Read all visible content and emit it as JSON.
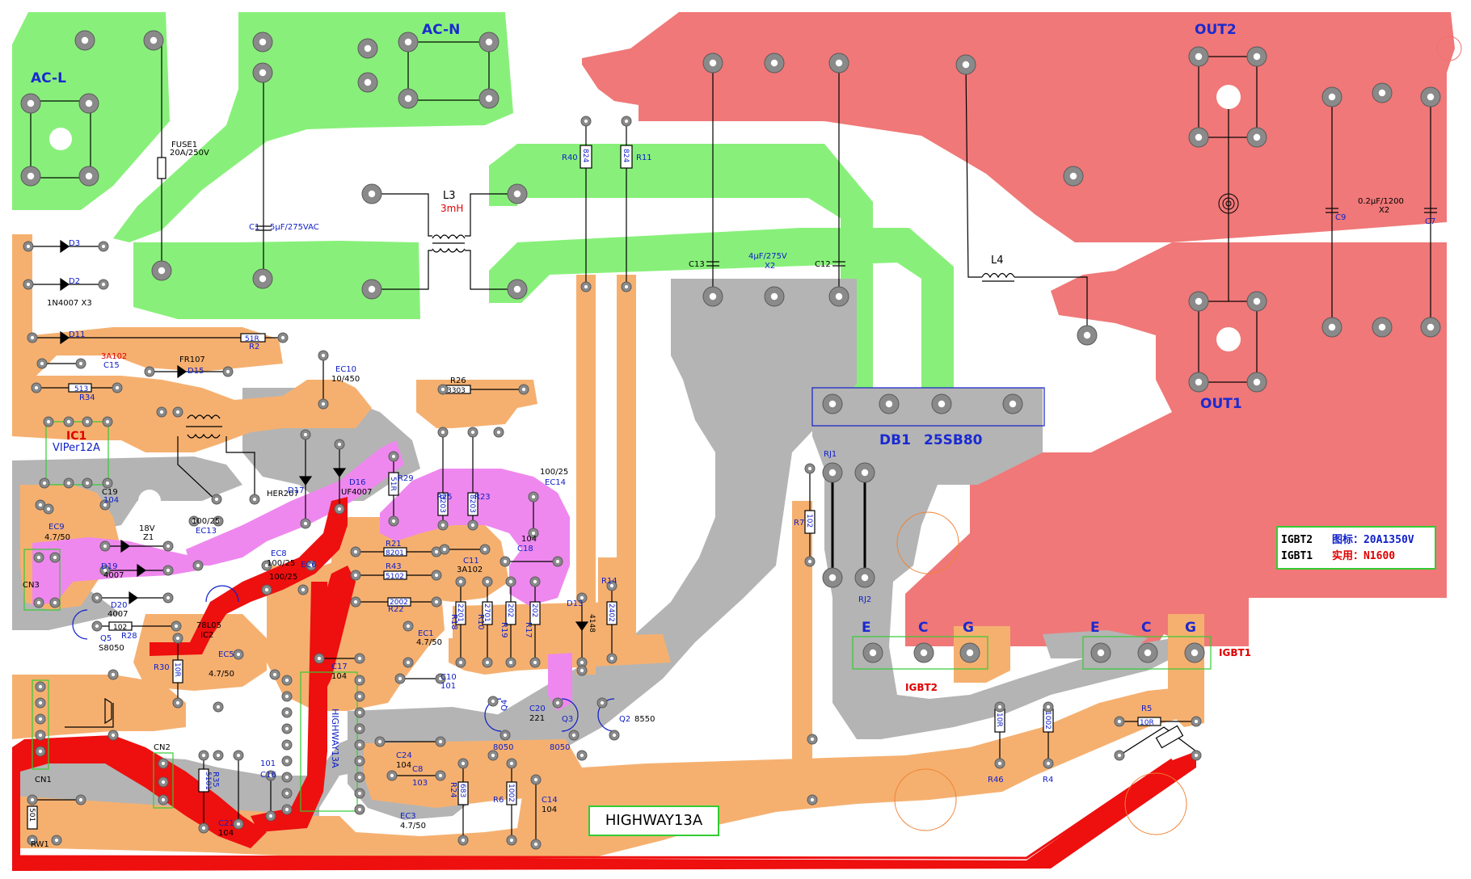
{
  "colors": {
    "green": "#88f07a",
    "red": "#f07878",
    "orange": "#f5b070",
    "gray": "#b4b4b4",
    "magenta": "#ee88ee",
    "trace_red": "#ee0f0f",
    "pad": "#8a8a8a",
    "pad_ring": "#5a5a5a"
  },
  "regions": {
    "ac_l": "AC-L",
    "ac_n": "AC-N",
    "out1": "OUT1",
    "out2": "OUT2",
    "db1": "DB1",
    "db1_part": "25SB80",
    "ic1": "IC1",
    "ic1_part": "VIPer12A",
    "highway_vertical": "HIGHWAY13A"
  },
  "igbt_pins": {
    "igbt2": [
      "E",
      "C",
      "G"
    ],
    "igbt1": [
      "E",
      "C",
      "G"
    ],
    "igbt2_label": "IGBT2",
    "igbt1_label": "IGBT1"
  },
  "components": {
    "fuse1": "FUSE1",
    "fuse1_val": "20A/250V",
    "c1": "C1",
    "c1_val": "5μF/275VAC",
    "l3": "L3",
    "l3_val": "3mH",
    "l4": "L4",
    "r40": "R40",
    "r40_val": "824",
    "r11": "R11",
    "r11_val": "824",
    "c13": "C13",
    "c12": "C12",
    "c13_c12_val": "4μF/275V",
    "c13_c12_qty": "X2",
    "c9": "C9",
    "c7": "C7",
    "c9_c7_val": "0.2μF/1200",
    "c9_c7_qty": "X2",
    "d3": "D3",
    "d2": "D2",
    "d2_d3_val": "1N4007 X3",
    "d11": "D11",
    "r2": "R2",
    "r2_val": "51R",
    "c15": "C15",
    "c15_val": "3A102",
    "fr107": "FR107",
    "d15": "D15",
    "r34": "R34",
    "r34_val": "513",
    "ec10": "EC10",
    "ec10_val": "10/450",
    "r26": "R26",
    "r26_val": "3303",
    "c19": "C19",
    "c19_val": "104",
    "ec9": "EC9",
    "ec9_val": "4.7/50",
    "z1": "Z1",
    "z1_val": "18V",
    "d19": "D19",
    "d19_val": "4007",
    "d20": "D20",
    "d20_val": "4007",
    "cn3": "CN3",
    "q5": "Q5",
    "q5_val": "S8050",
    "r28": "R28",
    "r28_val": "102",
    "her207": "HER207",
    "d17": "D17",
    "d16": "D16",
    "d16_val": "UF4007",
    "r29": "R29",
    "r29_val": "51R",
    "ec13": "EC13",
    "ec13_val": "100/25",
    "ec8": "EC8",
    "ec8_val": "100/25",
    "ec6": "EC6",
    "ec6_val": "100/25",
    "ic2": "IC2",
    "ic2_val": "78L05",
    "r25": "R25",
    "r25_val": "8203",
    "r23": "R23",
    "r23_val": "8203",
    "ec14": "EC14",
    "ec14_val": "100/25",
    "r21": "R21",
    "r21_val": "8201",
    "r43": "R43",
    "r43_val": "5102",
    "c11": "C11",
    "c11_val": "3A102",
    "c18": "C18",
    "c18_val": "104",
    "r22": "R22",
    "r22_val": "2002",
    "ec1": "EC1",
    "ec1_val": "4.7/50",
    "r18": "R18",
    "r18_val": "2201",
    "r10": "R10",
    "r10_val": "2701",
    "r19": "R19",
    "r19_val": "202",
    "r17": "R17",
    "r17_val": "202",
    "d13": "D13",
    "d13_val": "4148",
    "r14": "R14",
    "r14_val": "2402",
    "r30": "R30",
    "r30_val": "10R",
    "ec5": "EC5",
    "ec5_val": "4.7/50",
    "c17": "C17",
    "c17_val": "104",
    "c10": "C10",
    "c10_val": "101",
    "q4": "Q4",
    "q4_val": "8050",
    "q3": "Q3",
    "q3_val": "8050",
    "c20": "C20",
    "c20_val": "221",
    "q2": "Q2",
    "q2_val": "8550",
    "cn1": "CN1",
    "cn2": "CN2",
    "r35": "R35",
    "r35_val": "5101",
    "c16": "C16",
    "c16_val": "101",
    "c21": "C21",
    "c21_val": "104",
    "c24": "C24",
    "c24_val": "104",
    "c8": "C8",
    "c8_val": "103",
    "r24": "R24",
    "r24_val": "683",
    "r6": "R6",
    "r6_val": "1002",
    "c14": "C14",
    "c14_val": "104",
    "ec3": "EC3",
    "ec3_val": "4.7/50",
    "rw1": "RW1",
    "rw1_val": "501",
    "rj1": "RJ1",
    "rj2": "RJ2",
    "r7": "R7",
    "r7_val": "102",
    "r46": "R46",
    "r46_val": "10R",
    "r4": "R4",
    "r4_val": "1002",
    "r5": "R5",
    "r5_val": "10R"
  },
  "legend": {
    "row1_code": "IGBT2",
    "row1_key": "图标：",
    "row1_val": "20A1350V",
    "row2_code": "IGBT1",
    "row2_key": "实用：",
    "row2_val": "N1600"
  },
  "title_box": "HIGHWAY13A"
}
